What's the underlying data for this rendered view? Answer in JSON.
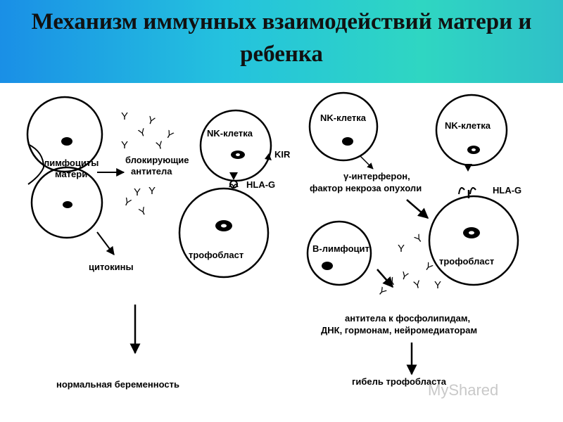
{
  "title": "Механизм иммунных взаимодействий матери и ребенка",
  "left": {
    "mother_lymphocytes_line1": "лимфоциты",
    "mother_lymphocytes_line2": "матери",
    "blocking_antibodies_line1": "блокирующие",
    "blocking_antibodies_line2": "антитела",
    "nk_cell": "NK-клетка",
    "kir": "KIR",
    "hla_g": "HLA-G",
    "trophoblast": "трофобласт",
    "cytokines": "цитокины",
    "outcome": "нормальная беременность"
  },
  "right": {
    "nk_cell_1": "NK-клетка",
    "nk_cell_2": "NK-клетка",
    "interferon_line1": "γ-интерферон,",
    "interferon_line2": "фактор некроза опухоли",
    "hla_g": "HLA-G",
    "b_lymphocyte": "В-лимфоцит",
    "trophoblast": "трофобласт",
    "antibodies_line1": "антитела к фосфолипидам,",
    "antibodies_line2": "ДНК, гормонам, нейромедиаторам",
    "outcome": "гибель трофобласта"
  },
  "antibody_glyph": "Y",
  "watermark": "MyShared"
}
